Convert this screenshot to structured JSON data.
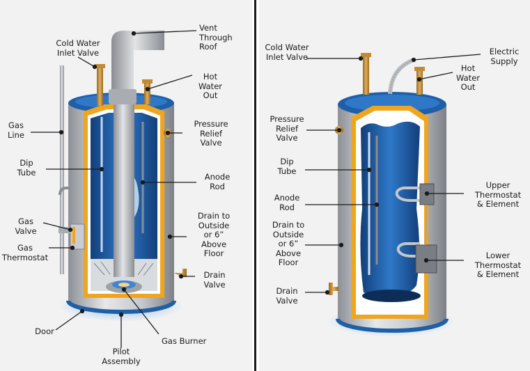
{
  "colors": {
    "blue": "#1f5fa8",
    "orange": "#f0a51e",
    "steel": "#b9bcc0",
    "divider": "#1a1a1a"
  },
  "gas_heater": {
    "labels": {
      "vent": "Vent\nThrough\nRoof",
      "cold_inlet": "Cold Water\nInlet Valve",
      "hot_out": "Hot\nWater\nOut",
      "gas_line": "Gas\nLine",
      "pressure_relief": "Pressure\nRelief\nValve",
      "dip_tube": "Dip\nTube",
      "anode_rod": "Anode\nRod",
      "drain_outside": "Drain to\nOutside\nor 6”\nAbove\nFloor",
      "gas_valve": "Gas\nValve",
      "gas_thermostat": "Gas\nThermostat",
      "drain_valve": "Drain\nValve",
      "door": "Door",
      "gas_burner": "Gas Burner",
      "pilot": "Pilot\nAssembly"
    }
  },
  "electric_heater": {
    "labels": {
      "cold_inlet": "Cold Water\nInlet Valve",
      "electric_supply": "Electric\nSupply",
      "hot_out": "Hot\nWater\nOut",
      "pressure_relief": "Pressure\nRelief\nValve",
      "dip_tube": "Dip\nTube",
      "anode_rod": "Anode\nRod",
      "upper_thermo": "Upper\nThermostat\n& Element",
      "drain_outside": "Drain to\nOutside\nor 6”\nAbove\nFloor",
      "lower_thermo": "Lower\nThermostat\n& Element",
      "drain_valve": "Drain\nValve"
    }
  }
}
